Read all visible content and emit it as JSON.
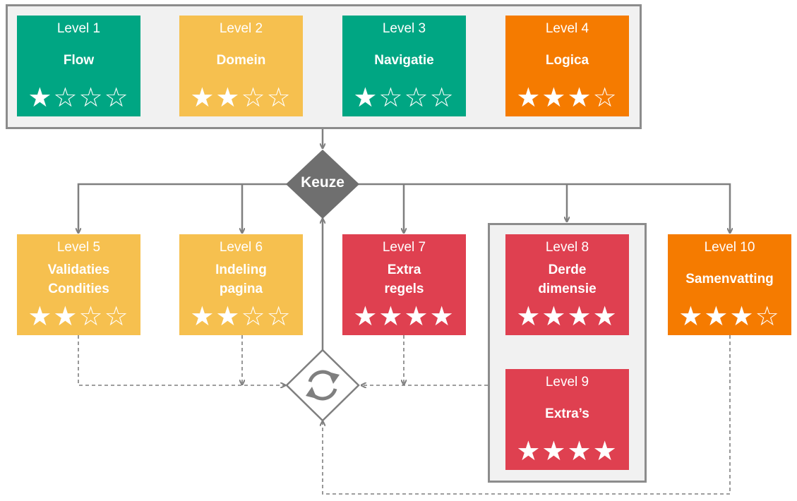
{
  "decision": {
    "label": "Keuze"
  },
  "colors": {
    "green": "#00a683",
    "yellow": "#f6c04f",
    "orange": "#f57b00",
    "red": "#df4050",
    "line": "#7f7f7f"
  },
  "icons": {
    "filled_star": "star-filled-icon",
    "empty_star": "star-outline-icon",
    "refresh": "refresh-icon"
  },
  "levels": [
    {
      "level": "Level 1",
      "name": "Flow",
      "color": "green",
      "rating": 1,
      "max": 4
    },
    {
      "level": "Level 2",
      "name": "Domein",
      "color": "yellow",
      "rating": 2,
      "max": 4
    },
    {
      "level": "Level 3",
      "name": "Navigatie",
      "color": "green",
      "rating": 1,
      "max": 4
    },
    {
      "level": "Level 4",
      "name": "Logica",
      "color": "orange",
      "rating": 3,
      "max": 4
    },
    {
      "level": "Level 5",
      "name": "Validaties Condities",
      "name_lines": [
        "Validaties",
        "Condities"
      ],
      "color": "yellow",
      "rating": 2,
      "max": 4
    },
    {
      "level": "Level 6",
      "name": "Indeling pagina",
      "name_lines": [
        "Indeling",
        "pagina"
      ],
      "color": "yellow",
      "rating": 2,
      "max": 4
    },
    {
      "level": "Level 7",
      "name": "Extra regels",
      "name_lines": [
        "Extra",
        "regels"
      ],
      "color": "red",
      "rating": 4,
      "max": 4
    },
    {
      "level": "Level 8",
      "name": "Derde dimensie",
      "name_lines": [
        "Derde",
        "dimensie"
      ],
      "color": "red",
      "rating": 4,
      "max": 4
    },
    {
      "level": "Level 9",
      "name": "Extra’s",
      "color": "red",
      "rating": 4,
      "max": 4
    },
    {
      "level": "Level 10",
      "name": "Samenvatting",
      "color": "orange",
      "rating": 3,
      "max": 4
    }
  ]
}
